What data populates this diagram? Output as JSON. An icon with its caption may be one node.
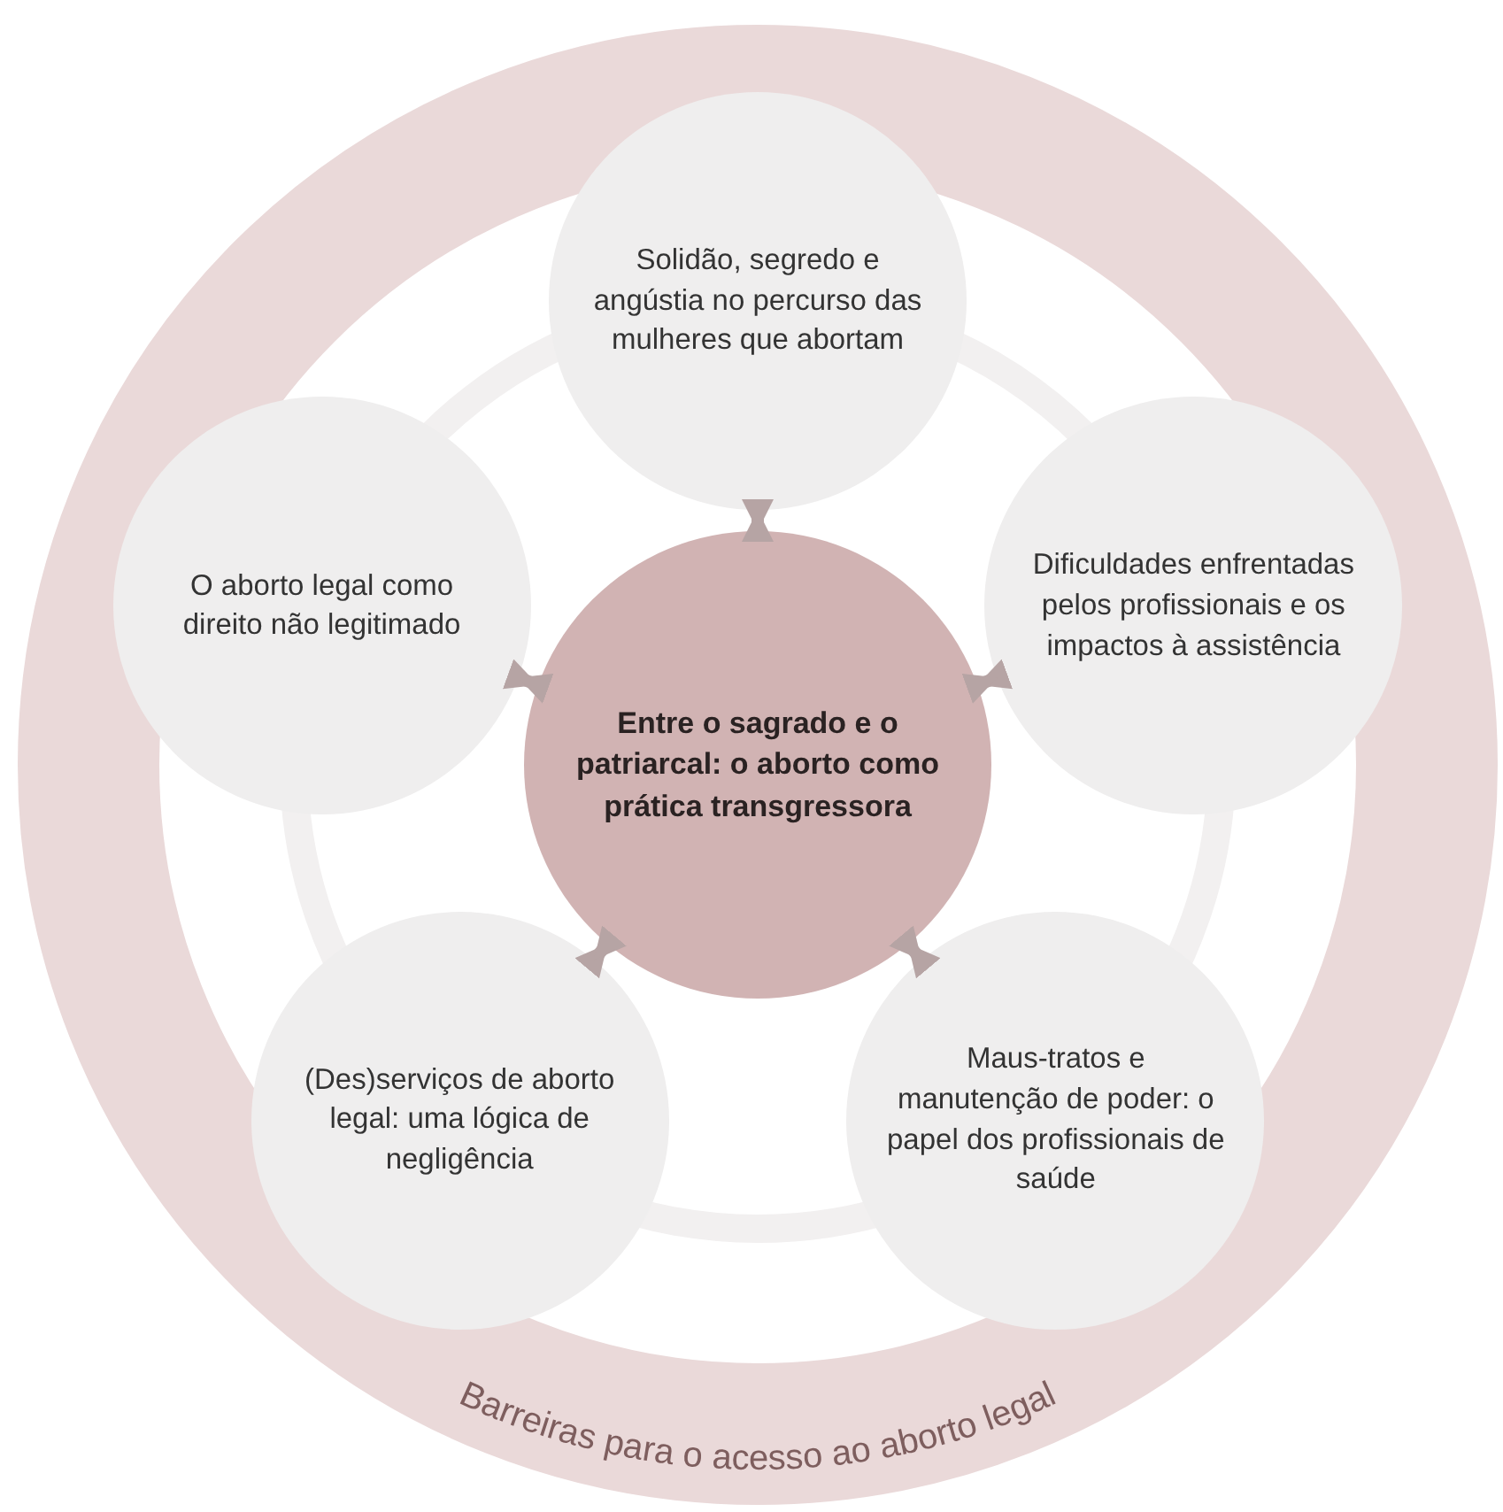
{
  "diagram": {
    "nodes": [
      {
        "text": [
          "Barreiras para o acesso ao aborto legal"
        ]
      },
      {
        "text": [
          "Entre o sagrado e o patriarcal: o aborto como prática transgressora"
        ],
        "in": 0
      },
      {
        "text": [
          "Solidão, segredo e angústia no percurso das mulheres que abortam"
        ],
        "in": 0
      },
      {
        "text": [
          "Dificuldades enfrentadas pelos profissionais e os impactos à assistência"
        ],
        "in": 0
      },
      {
        "text": [
          "Maus-tratos e manutenção de poder: o papel dos profissionais de saúde"
        ],
        "in": 0
      },
      {
        "text": [
          "(Des)serviços de aborto legal: uma lógica de negligência"
        ],
        "in": 0
      },
      {
        "text": [
          "O aborto legal como direito não legitimado"
        ],
        "in": 0
      }
    ],
    "edges": [
      {
        "from": 1,
        "to": 2,
        "arrow": "both"
      },
      {
        "from": 1,
        "to": 3,
        "arrow": "both"
      },
      {
        "from": 1,
        "to": 4,
        "arrow": "both"
      },
      {
        "from": 1,
        "to": 5,
        "arrow": "both"
      },
      {
        "from": 1,
        "to": 6,
        "arrow": "both"
      }
    ]
  }
}
